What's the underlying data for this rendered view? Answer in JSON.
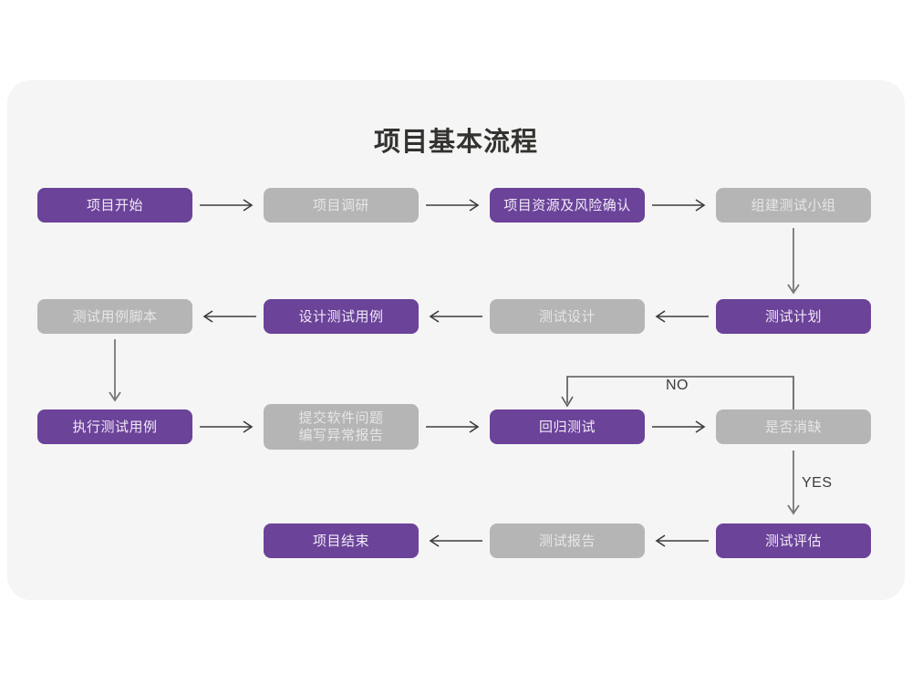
{
  "page": {
    "background": "#ffffff",
    "card_background": "#f5f5f5"
  },
  "title": "项目基本流程",
  "colors": {
    "active": "#6b4399",
    "inactive": "#b5b5b5",
    "active_text": "#f0eaf6",
    "inactive_text": "#e6e6e6",
    "arrow": "#3c3c3c",
    "title_text": "#33322f"
  },
  "nodes": [
    {
      "id": "n1",
      "label": "项目开始",
      "state": "active",
      "row": 1,
      "col": 1
    },
    {
      "id": "n2",
      "label": "项目调研",
      "state": "inactive",
      "row": 1,
      "col": 2
    },
    {
      "id": "n3",
      "label": "项目资源及风险确认",
      "state": "active",
      "row": 1,
      "col": 3
    },
    {
      "id": "n4",
      "label": "组建测试小组",
      "state": "inactive",
      "row": 1,
      "col": 4
    },
    {
      "id": "n5",
      "label": "测试计划",
      "state": "active",
      "row": 2,
      "col": 4
    },
    {
      "id": "n6",
      "label": "测试设计",
      "state": "inactive",
      "row": 2,
      "col": 3
    },
    {
      "id": "n7",
      "label": "设计测试用例",
      "state": "active",
      "row": 2,
      "col": 2
    },
    {
      "id": "n8",
      "label": "测试用例脚本",
      "state": "inactive",
      "row": 2,
      "col": 1
    },
    {
      "id": "n9",
      "label": "执行测试用例",
      "state": "active",
      "row": 3,
      "col": 1
    },
    {
      "id": "n10",
      "label": "提交软件问题\n编写异常报告",
      "state": "inactive",
      "row": 3,
      "col": 2
    },
    {
      "id": "n11",
      "label": "回归测试",
      "state": "active",
      "row": 3,
      "col": 3
    },
    {
      "id": "n12",
      "label": "是否消缺",
      "state": "inactive",
      "row": 3,
      "col": 4
    },
    {
      "id": "n13",
      "label": "测试评估",
      "state": "active",
      "row": 4,
      "col": 4
    },
    {
      "id": "n14",
      "label": "测试报告",
      "state": "inactive",
      "row": 4,
      "col": 3
    },
    {
      "id": "n15",
      "label": "项目结束",
      "state": "active",
      "row": 4,
      "col": 2
    }
  ],
  "edge_labels": {
    "no": "NO",
    "yes": "YES"
  },
  "edges": [
    {
      "from": "n1",
      "to": "n2",
      "direction": "right"
    },
    {
      "from": "n2",
      "to": "n3",
      "direction": "right"
    },
    {
      "from": "n3",
      "to": "n4",
      "direction": "right"
    },
    {
      "from": "n4",
      "to": "n5",
      "direction": "down"
    },
    {
      "from": "n5",
      "to": "n6",
      "direction": "left"
    },
    {
      "from": "n6",
      "to": "n7",
      "direction": "left"
    },
    {
      "from": "n7",
      "to": "n8",
      "direction": "left"
    },
    {
      "from": "n8",
      "to": "n9",
      "direction": "down"
    },
    {
      "from": "n9",
      "to": "n10",
      "direction": "right"
    },
    {
      "from": "n10",
      "to": "n11",
      "direction": "right"
    },
    {
      "from": "n11",
      "to": "n12",
      "direction": "right"
    },
    {
      "from": "n12",
      "to": "n11",
      "direction": "loop-up",
      "label": "NO"
    },
    {
      "from": "n12",
      "to": "n13",
      "direction": "down",
      "label": "YES"
    },
    {
      "from": "n13",
      "to": "n14",
      "direction": "left"
    },
    {
      "from": "n14",
      "to": "n15",
      "direction": "left"
    }
  ]
}
